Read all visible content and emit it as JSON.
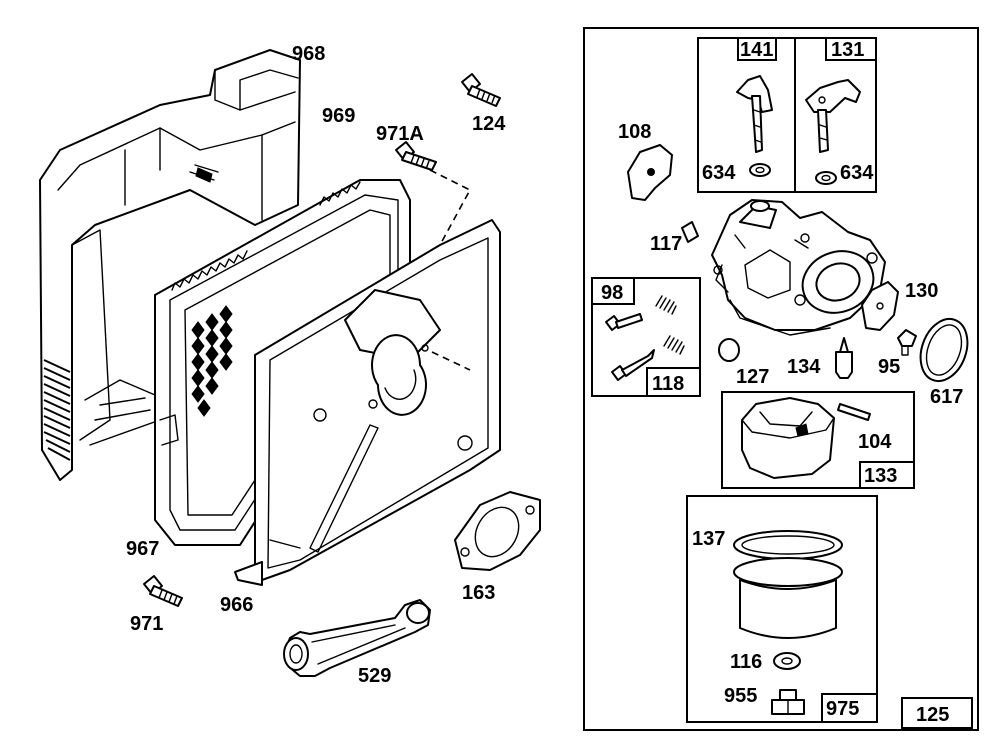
{
  "diagram": {
    "parts": {
      "p968": "968",
      "p969": "969",
      "p971A": "971A",
      "p124": "124",
      "p967": "967",
      "p966": "966",
      "p971": "971",
      "p163": "163",
      "p529": "529",
      "p108": "108",
      "p141": "141",
      "p131": "131",
      "p634a": "634",
      "p634b": "634",
      "p117": "117",
      "p130": "130",
      "p98": "98",
      "p118": "118",
      "p127": "127",
      "p134": "134",
      "p95": "95",
      "p617": "617",
      "p104": "104",
      "p133": "133",
      "p137": "137",
      "p116": "116",
      "p955": "955",
      "p975": "975",
      "p125": "125"
    }
  }
}
